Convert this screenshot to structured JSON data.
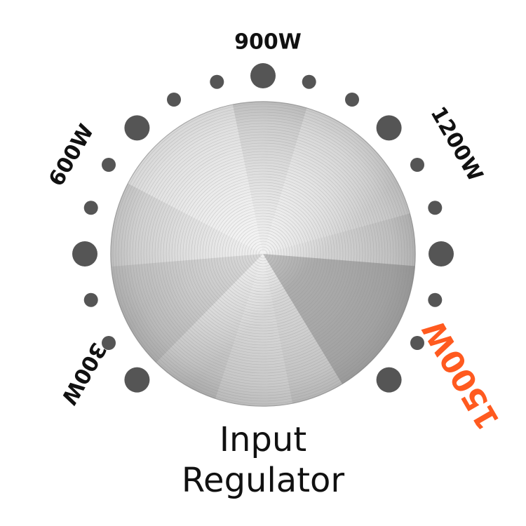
{
  "regulator": {
    "title_line1": "Input",
    "title_line2": "Regulator"
  },
  "scale": {
    "labels": [
      "300W",
      "600W",
      "900W",
      "1200W",
      "1500W"
    ],
    "selected": "1500W",
    "selected_color": "#ff5a1f",
    "label_color": "#111111",
    "dot_color": "#555555"
  },
  "knob": {
    "surface": "brushed-metal"
  }
}
